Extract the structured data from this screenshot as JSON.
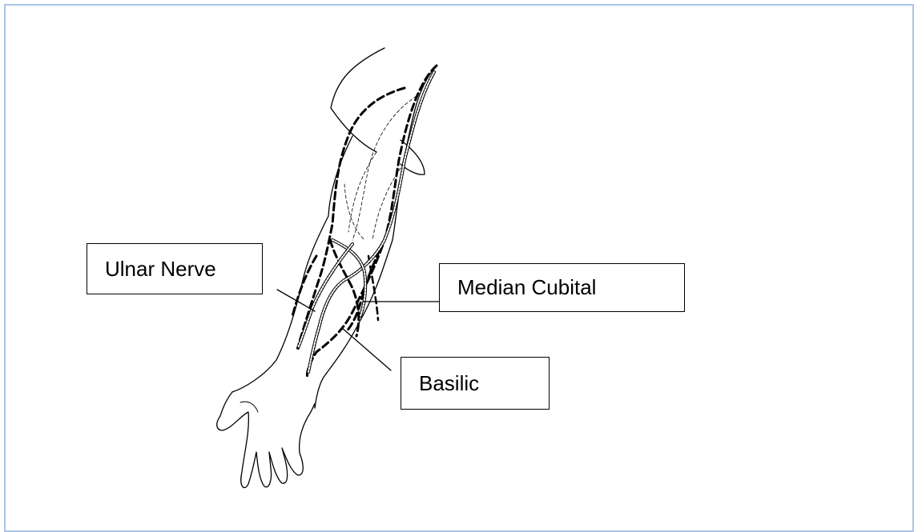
{
  "labels": {
    "ulnar_nerve": "Ulnar Nerve",
    "median_cubital": "Median Cubital",
    "basilic": "Basilic"
  },
  "colors": {
    "frame_border": "#a9c4e6",
    "line": "#000000",
    "background": "#ffffff"
  }
}
